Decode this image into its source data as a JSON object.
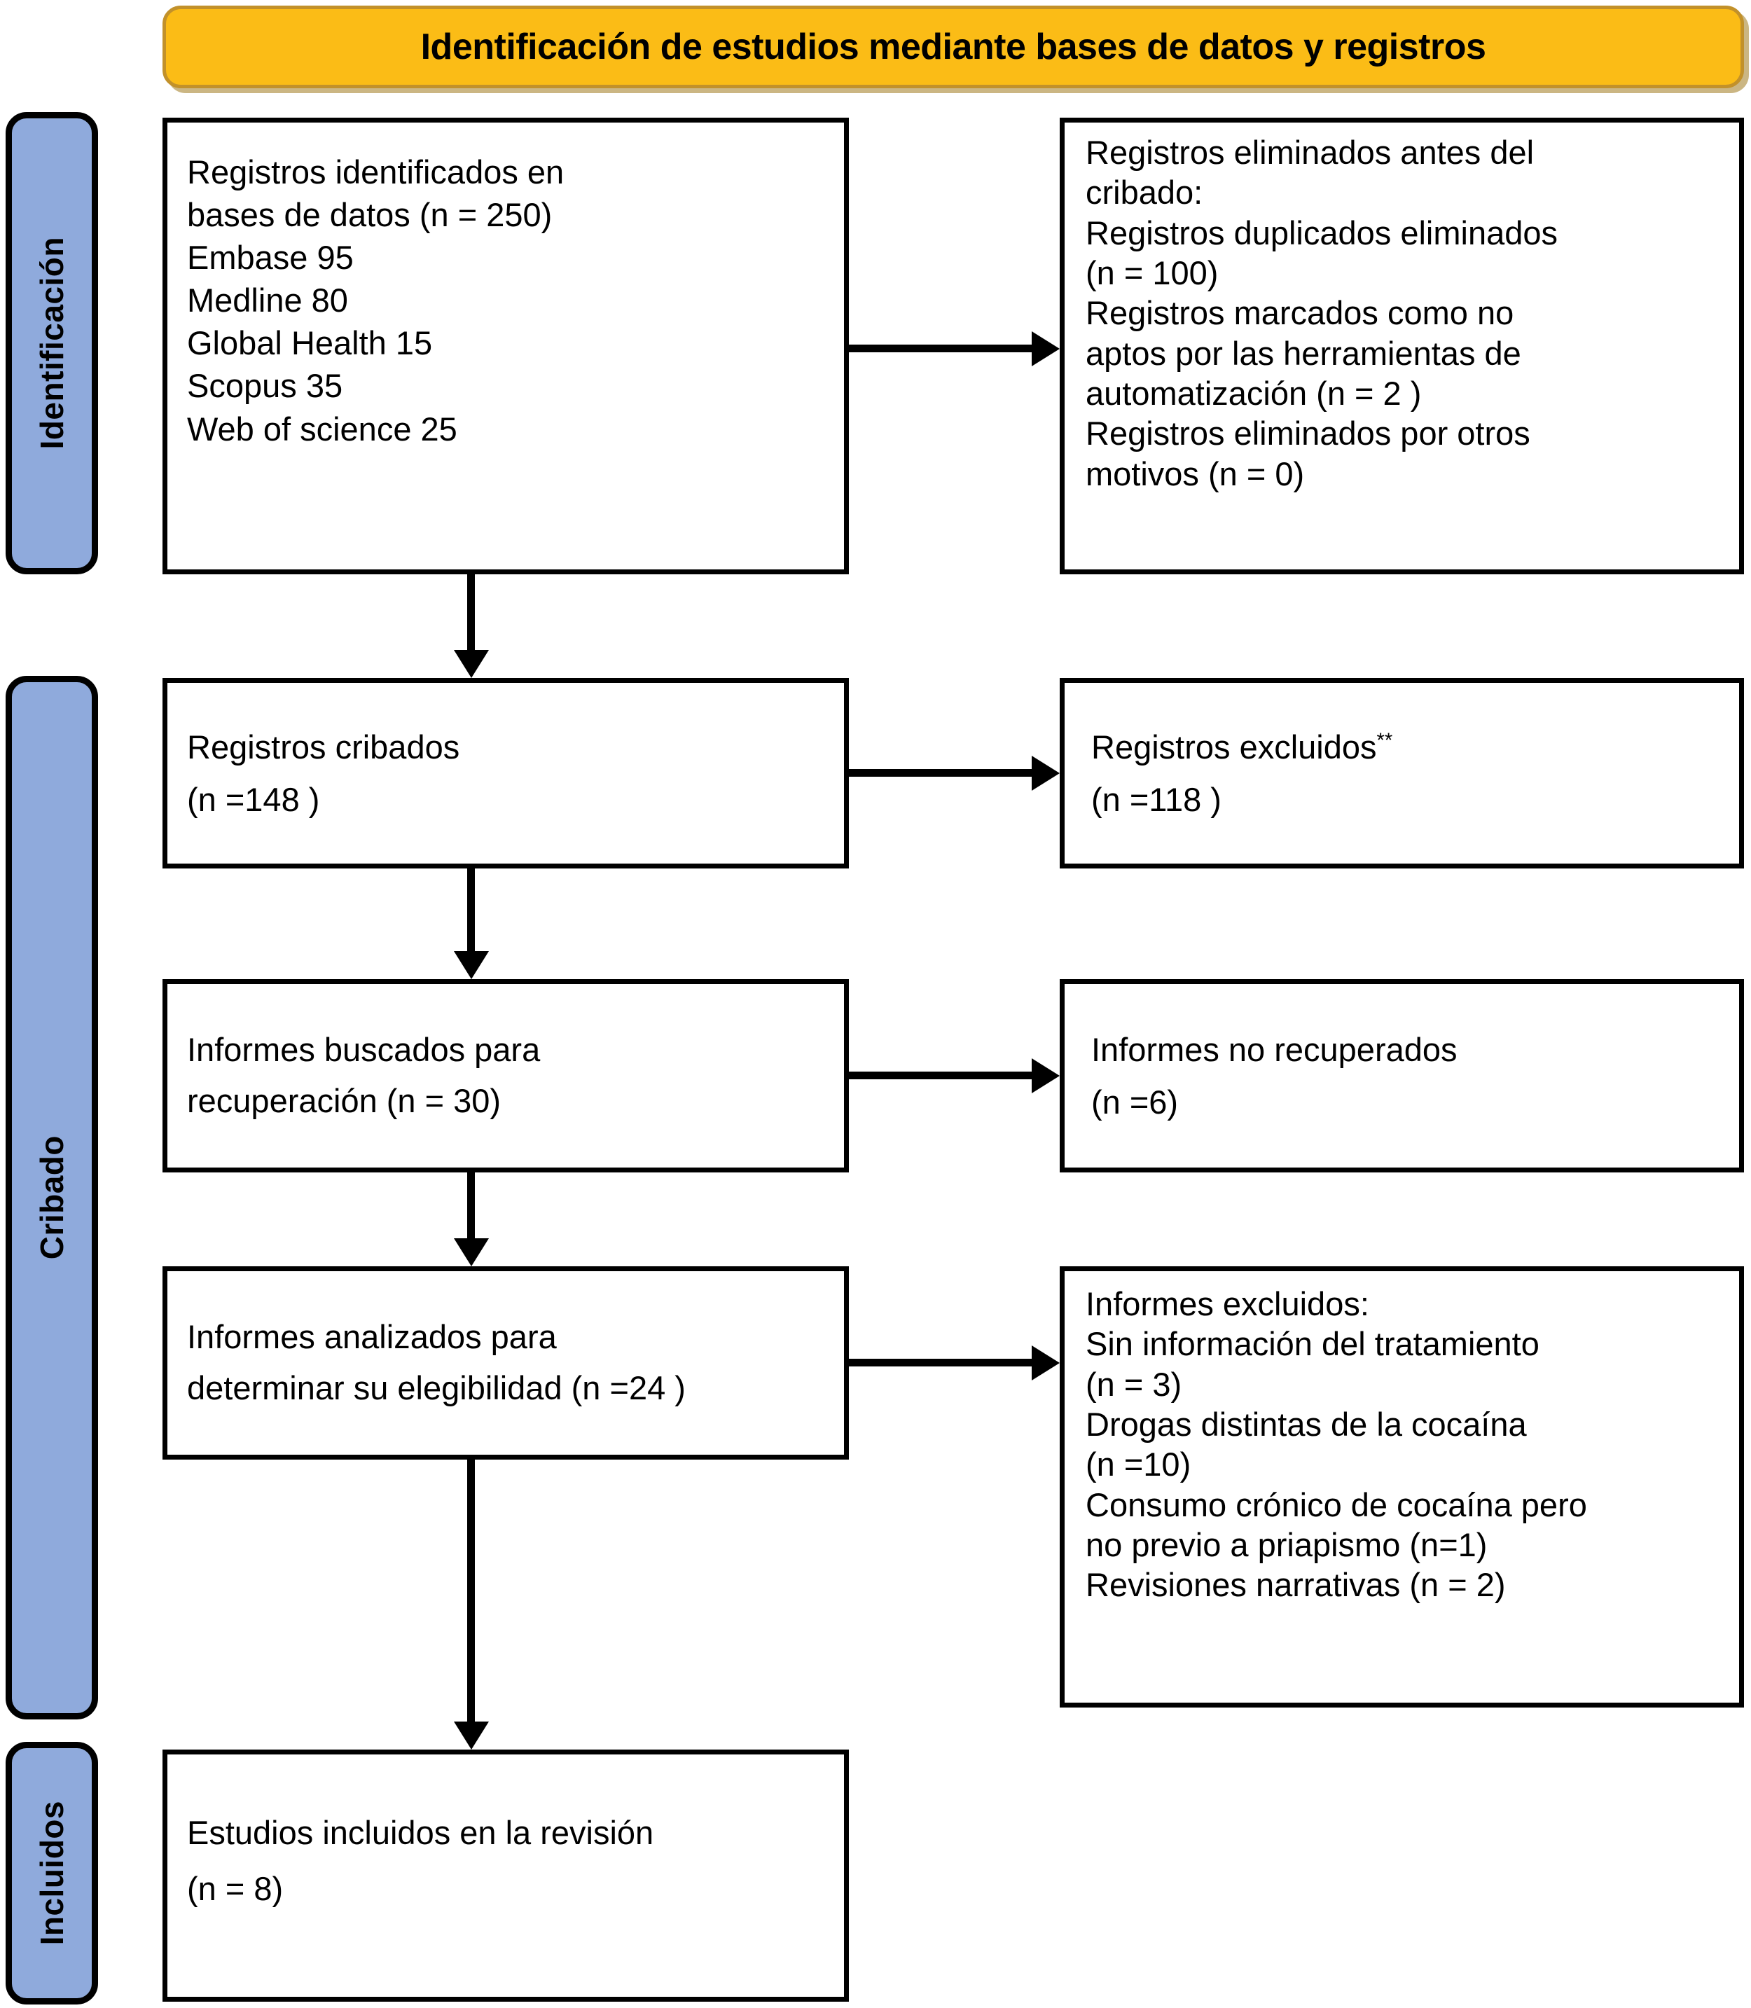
{
  "header": {
    "title": "Identificación de estudios mediante bases de datos y registros"
  },
  "stages": [
    {
      "key": "identificacion",
      "label": "Identificación"
    },
    {
      "key": "cribado",
      "label": "Cribado"
    },
    {
      "key": "incluidos",
      "label": "Incluidos"
    }
  ],
  "boxes": {
    "identified": {
      "lines": [
        "Registros identificados en",
        "bases de datos (n = 250)",
        "Embase 95",
        "Medline 80",
        "Global Health 15",
        "Scopus 35",
        "Web of science 25"
      ]
    },
    "removed": {
      "lines": [
        "Registros eliminados antes del",
        "cribado:",
        "Registros duplicados eliminados",
        "(n = 100)",
        "Registros marcados como no",
        "aptos por las herramientas de",
        "automatización (n = 2 )",
        "Registros eliminados por otros",
        "motivos (n = 0)"
      ]
    },
    "screened": {
      "lines": [
        "Registros cribados",
        "(n =148 )"
      ]
    },
    "excluded": {
      "line1_text": "Registros excluidos",
      "line1_sup": "**",
      "line2": "(n =118 )"
    },
    "sought": {
      "lines": [
        "Informes buscados para",
        "recuperación (n = 30)"
      ]
    },
    "not_retrieved": {
      "lines": [
        "Informes no recuperados",
        "(n =6)"
      ]
    },
    "assessed": {
      "lines": [
        "Informes analizados para",
        "determinar su elegibilidad (n =24 )"
      ]
    },
    "excluded_reports": {
      "lines": [
        "Informes excluidos:",
        "Sin información del tratamiento",
        "(n = 3)",
        "Drogas distintas de la cocaína",
        "(n =10)",
        "Consumo crónico de cocaína pero",
        "no previo a priapismo (n=1)",
        "Revisiones narrativas (n = 2)"
      ]
    },
    "included": {
      "lines": [
        "Estudios incluidos en la revisión",
        "(n = 8)"
      ]
    }
  },
  "flow_data": {
    "type": "prisma-flow-diagram",
    "records_identified_total": 250,
    "sources": [
      {
        "name": "Embase",
        "n": 95
      },
      {
        "name": "Medline",
        "n": 80
      },
      {
        "name": "Global Health",
        "n": 15
      },
      {
        "name": "Scopus",
        "n": 35
      },
      {
        "name": "Web of science",
        "n": 25
      }
    ],
    "removed_before_screening": {
      "duplicates": 100,
      "marked_ineligible_by_automation": 2,
      "removed_other_reasons": 0
    },
    "records_screened": 148,
    "records_excluded": 118,
    "reports_sought": 30,
    "reports_not_retrieved": 6,
    "reports_assessed": 24,
    "reports_excluded": [
      {
        "reason": "Sin información del tratamiento",
        "n": 3
      },
      {
        "reason": "Drogas distintas de la cocaína",
        "n": 10
      },
      {
        "reason": "Consumo crónico de cocaína pero no previo a priapismo",
        "n": 1
      },
      {
        "reason": "Revisiones narrativas",
        "n": 2
      }
    ],
    "studies_included": 8
  },
  "colors": {
    "header_fill": "#FBBC16",
    "header_border": "#C2912A",
    "stage_fill": "#8FAADC",
    "box_border": "#000000",
    "box_fill": "#FFFFFF"
  }
}
